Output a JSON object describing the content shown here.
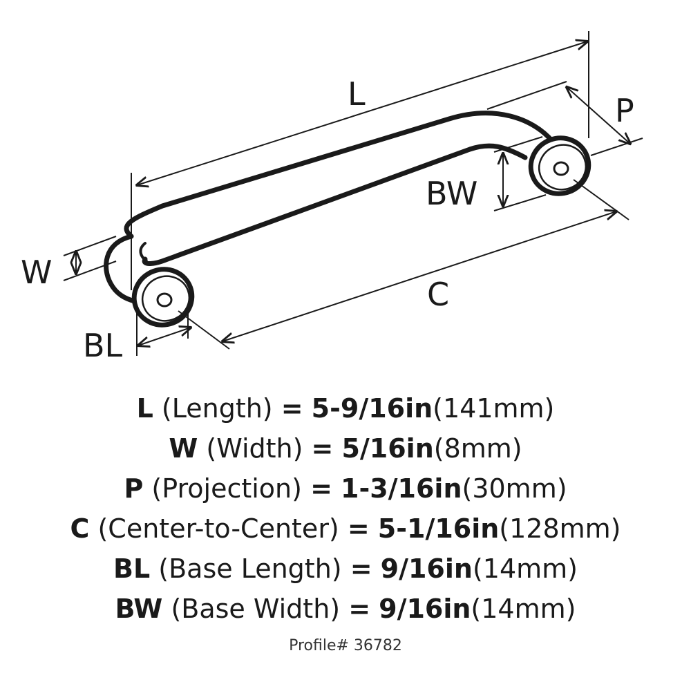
{
  "diagram": {
    "labels": {
      "L": "L",
      "P": "P",
      "BW": "BW",
      "W": "W",
      "C": "C",
      "BL": "BL"
    }
  },
  "specs": [
    {
      "code": "L",
      "name": "(Length)",
      "eq": "=",
      "imperial": "5-9/16in",
      "metric": "(141mm)"
    },
    {
      "code": "W",
      "name": "(Width)",
      "eq": "=",
      "imperial": "5/16in",
      "metric": "(8mm)"
    },
    {
      "code": "P",
      "name": "(Projection)",
      "eq": "=",
      "imperial": "1-3/16in",
      "metric": "(30mm)"
    },
    {
      "code": "C",
      "name": "(Center-to-Center)",
      "eq": "=",
      "imperial": "5-1/16in",
      "metric": "(128mm)"
    },
    {
      "code": "BL",
      "name": "(Base Length)",
      "eq": "=",
      "imperial": "9/16in",
      "metric": "(14mm)"
    },
    {
      "code": "BW",
      "name": "(Base Width)",
      "eq": "=",
      "imperial": "9/16in",
      "metric": "(14mm)"
    }
  ],
  "profile": "Profile# 36782"
}
